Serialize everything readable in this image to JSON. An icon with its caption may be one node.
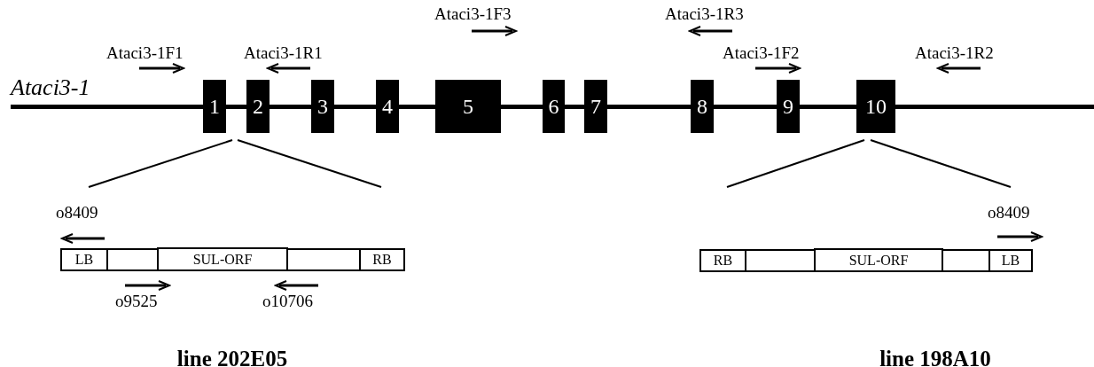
{
  "diagram": {
    "nodes": [
      {
        "text": [
          "1"
        ]
      },
      {
        "text": [
          "2"
        ]
      },
      {
        "text": [
          "3"
        ]
      },
      {
        "text": [
          "4"
        ]
      },
      {
        "text": [
          "5"
        ]
      },
      {
        "text": [
          "6"
        ]
      },
      {
        "text": [
          "7"
        ]
      },
      {
        "text": [
          "8"
        ]
      },
      {
        "text": [
          "9"
        ]
      },
      {
        "text": [
          "10"
        ]
      },
      {
        "text": [
          "LB"
        ]
      },
      {
        "text": [],
        "shape": "box"
      },
      {
        "text": [
          "SUL-ORF"
        ]
      },
      {
        "text": [],
        "shape": "box"
      },
      {
        "text": [
          "RB"
        ]
      },
      {
        "text": [
          "RB"
        ]
      },
      {
        "text": [],
        "shape": "box"
      },
      {
        "text": [
          "SUL-ORF"
        ]
      },
      {
        "text": [],
        "shape": "box"
      },
      {
        "text": [
          "LB"
        ]
      }
    ],
    "labels": [
      "Ataci3-1F3",
      "Ataci3-1R3",
      "Ataci3-1F1",
      "Ataci3-1R1",
      "Ataci3-1F2",
      "Ataci3-1R2",
      "Ataci3-1",
      "o8409",
      "o8409",
      "o9525",
      "o10706",
      "line 202E05",
      "line 198A10"
    ]
  }
}
